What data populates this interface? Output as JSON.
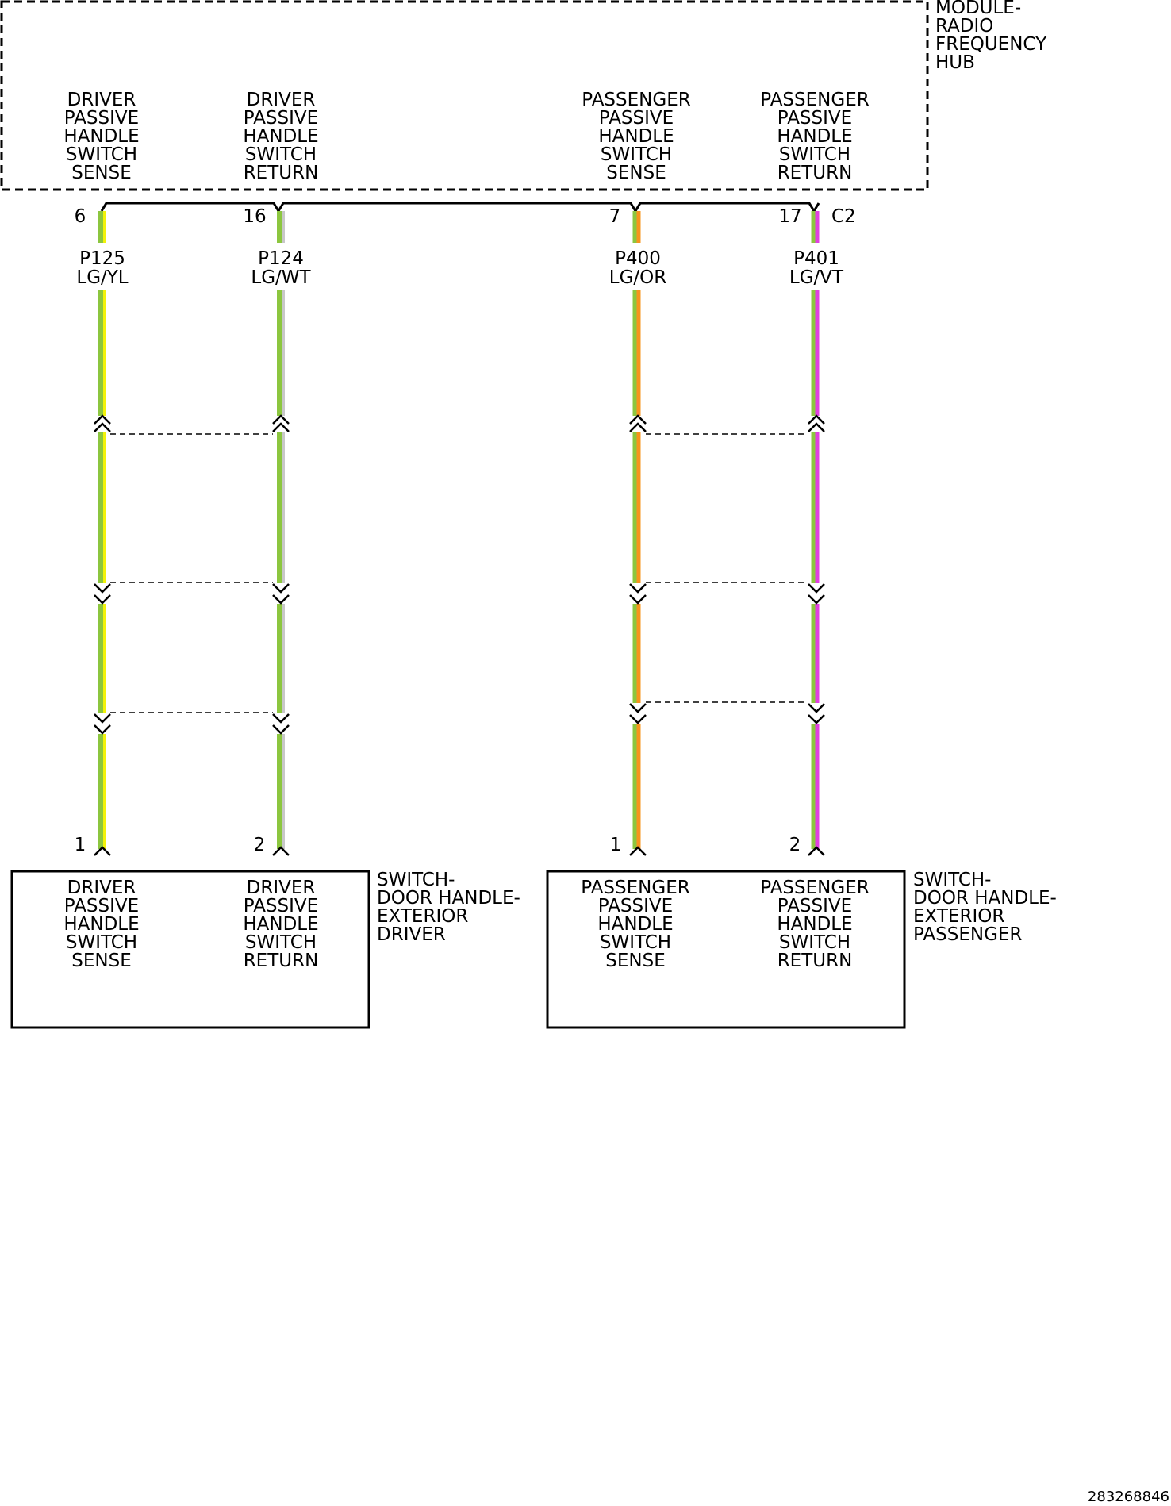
{
  "module": {
    "name_lines": [
      "MODULE-",
      "RADIO",
      "FREQUENCY",
      "HUB"
    ],
    "connector": "C2",
    "pins": [
      {
        "pin": "6",
        "label_lines": [
          "DRIVER",
          "PASSIVE",
          "HANDLE",
          "SWITCH",
          "SENSE"
        ]
      },
      {
        "pin": "16",
        "label_lines": [
          "DRIVER",
          "PASSIVE",
          "HANDLE",
          "SWITCH",
          "RETURN"
        ]
      },
      {
        "pin": "7",
        "label_lines": [
          "PASSENGER",
          "PASSIVE",
          "HANDLE",
          "SWITCH",
          "SENSE"
        ]
      },
      {
        "pin": "17",
        "label_lines": [
          "PASSENGER",
          "PASSIVE",
          "HANDLE",
          "SWITCH",
          "RETURN"
        ]
      }
    ]
  },
  "wires": [
    {
      "circuit": "P125",
      "color_code": "LG/YL",
      "stripe_primary": "#8cc63f",
      "stripe_secondary": "#f2f20a"
    },
    {
      "circuit": "P124",
      "color_code": "LG/WT",
      "stripe_primary": "#8cc63f",
      "stripe_secondary": "#c8c8c8"
    },
    {
      "circuit": "P400",
      "color_code": "LG/OR",
      "stripe_primary": "#8cc63f",
      "stripe_secondary": "#f7941d"
    },
    {
      "circuit": "P401",
      "color_code": "LG/VT",
      "stripe_primary": "#8cc63f",
      "stripe_secondary": "#e040e0"
    }
  ],
  "switches": [
    {
      "name_lines": [
        "SWITCH-",
        "DOOR HANDLE-",
        "EXTERIOR",
        "DRIVER"
      ],
      "pins": [
        {
          "pin": "1",
          "label_lines": [
            "DRIVER",
            "PASSIVE",
            "HANDLE",
            "SWITCH",
            "SENSE"
          ]
        },
        {
          "pin": "2",
          "label_lines": [
            "DRIVER",
            "PASSIVE",
            "HANDLE",
            "SWITCH",
            "RETURN"
          ]
        }
      ]
    },
    {
      "name_lines": [
        "SWITCH-",
        "DOOR HANDLE-",
        "EXTERIOR",
        "PASSENGER"
      ],
      "pins": [
        {
          "pin": "1",
          "label_lines": [
            "PASSENGER",
            "PASSIVE",
            "HANDLE",
            "SWITCH",
            "SENSE"
          ]
        },
        {
          "pin": "2",
          "label_lines": [
            "PASSENGER",
            "PASSIVE",
            "HANDLE",
            "SWITCH",
            "RETURN"
          ]
        }
      ]
    }
  ],
  "figure_id": "283268846"
}
